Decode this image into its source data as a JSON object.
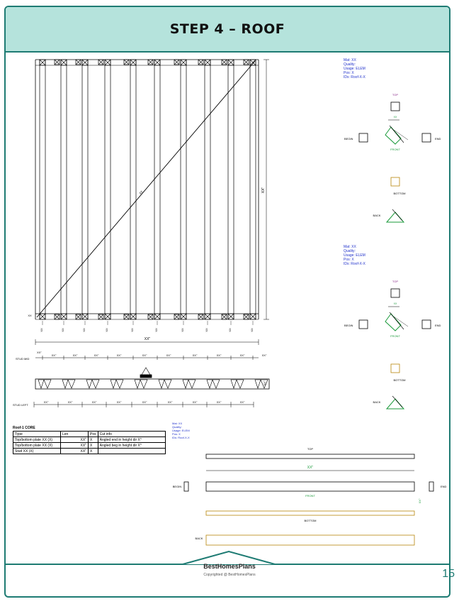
{
  "page": {
    "title": "STEP 4 – ROOF",
    "brand": "BestHomesPlans",
    "copyright": "Copyrighted @ BestHomesPlans",
    "page_number": "15"
  },
  "frame_drawing": {
    "overall_width": "XX\"",
    "overall_height": "XX\"",
    "bottom_left_label": "XX",
    "diagonal_label": "XX",
    "stud_dims": [
      "XX",
      "XX",
      "XX",
      "XX",
      "XX",
      "XX",
      "XX",
      "XX",
      "XX",
      "XX"
    ],
    "stud_mid_label": "STUD MID",
    "stud_left_label": "STUD LEFT",
    "mid_dims": [
      "XX\"",
      "XX\"",
      "XX\"",
      "XX\"",
      "XX\"",
      "XX\"",
      "XX\"",
      "XX\"",
      "XX\"",
      "XX\""
    ],
    "left_dims": [
      "XX\"",
      "XX\"",
      "XX\"",
      "XX\"",
      "XX\"",
      "XX\"",
      "XX\"",
      "XX\"",
      "XX\""
    ],
    "side_dim": "XX\"",
    "mid_top_dim": "XX\""
  },
  "views": [
    {
      "info": [
        "Mat: XX",
        "Quality:",
        "Usage: ELEM",
        "Pos: X",
        "IDs: Roof-X-X"
      ],
      "top": "TOP",
      "begin": "BEGIN",
      "front": "FRONT",
      "end": "END",
      "bottom": "BOTTOM",
      "back": "BACK",
      "dim": "XX"
    },
    {
      "info": [
        "Mat: XX",
        "Quality:",
        "Usage: ELEM",
        "Pos: X",
        "IDs: Roof-X-X"
      ],
      "top": "TOP",
      "begin": "BEGIN",
      "front": "FRONT",
      "end": "END",
      "bottom": "BOTTOM",
      "back": "BACK",
      "dim": "XX"
    }
  ],
  "plate_view": {
    "info": [
      "Mat: XX",
      "Quality:",
      "Usage: ELEM",
      "Pos: X",
      "IDs: Roof-X-X"
    ],
    "top": "TOP",
    "begin": "BEGIN",
    "front": "FRONT",
    "end": "END",
    "bottom": "BOTTOM",
    "back": "BACK",
    "length_dim": "XX\"",
    "height_dim": "XX\""
  },
  "cut_list": {
    "title": "Roof-1 CORE",
    "headers": [
      "Type",
      "Len",
      "Pos",
      "Cut info"
    ],
    "rows": [
      [
        "Top/bottom plate XX (X)",
        "XX\"",
        "X",
        "Angled end in height dir X°"
      ],
      [
        "Top/bottom plate XX (X)",
        "XX\"",
        "X",
        "Angled beg in height dir X°"
      ],
      [
        "Stud XX (X)",
        "XX\"",
        "X",
        ""
      ]
    ]
  },
  "colors": {
    "accent": "#1e7b73",
    "header_bg": "#b5e3dc",
    "info_text": "#2233cc",
    "front_green": "#1a9a3a",
    "bottom_gold": "#b8860b",
    "top_purple": "#8a2a8a"
  }
}
